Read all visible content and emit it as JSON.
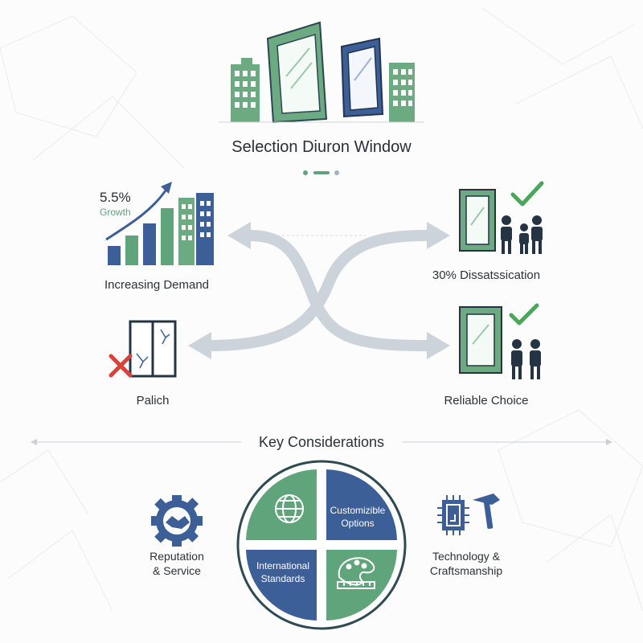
{
  "title": "Selection Diuron Window",
  "left_top": {
    "stat_value": "5.5%",
    "stat_label": "Growth",
    "caption": "Increasing Demand"
  },
  "left_bottom": {
    "caption": "Palich"
  },
  "right_top": {
    "caption": "30% Dissatssication"
  },
  "right_bottom": {
    "caption": "Reliable Choice"
  },
  "section_heading": "Key Considerations",
  "considerations": {
    "left": {
      "line1": "Reputation",
      "line2": "& Service"
    },
    "right": {
      "line1": "Technology &",
      "line2": "Craftsmanship"
    },
    "quadrants": {
      "top_right": {
        "line1": "Customizible",
        "line2": "Options"
      },
      "bottom_left": {
        "line1": "International",
        "line2": "Standards"
      }
    }
  },
  "colors": {
    "green": "#5fa47a",
    "blue": "#3c5f97",
    "dark": "#253444",
    "gray": "#cdd3da",
    "red": "#d9423b",
    "check": "#4aa65a"
  },
  "icons": [
    "building-icon",
    "window-icon",
    "growth-chart-icon",
    "broken-window-icon",
    "red-x-icon",
    "window-approval-icon",
    "check-icon",
    "people-icon",
    "handshake-gear-icon",
    "globe-icon",
    "palette-ruler-icon",
    "chip-hammer-icon"
  ]
}
